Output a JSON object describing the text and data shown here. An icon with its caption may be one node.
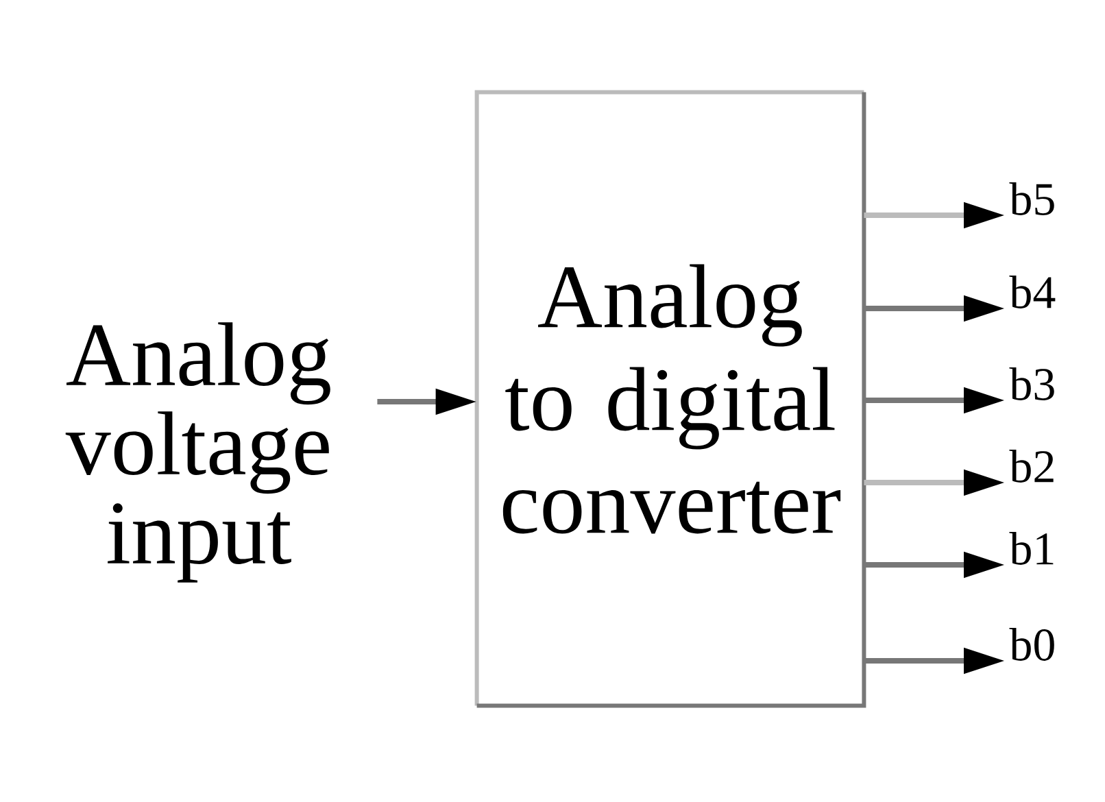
{
  "diagram": {
    "nodes": [
      {
        "text": [
          "Analog voltage input"
        ]
      },
      {
        "text": [
          "Analog to digital converter"
        ]
      },
      {
        "text": [
          "b5"
        ]
      },
      {
        "text": [
          "b4"
        ]
      },
      {
        "text": [
          "b3"
        ]
      },
      {
        "text": [
          "b2"
        ]
      },
      {
        "text": [
          "b1"
        ]
      },
      {
        "text": [
          "b0"
        ]
      }
    ],
    "edges": [
      {
        "from": 0,
        "to": 1,
        "arrow": "to"
      },
      {
        "from": 1,
        "to": 2,
        "arrow": "to",
        "color": "#bbbbbb"
      },
      {
        "from": 1,
        "to": 3,
        "arrow": "to"
      },
      {
        "from": 1,
        "to": 4,
        "arrow": "to"
      },
      {
        "from": 1,
        "to": 5,
        "arrow": "to",
        "color": "#bbbbbb"
      },
      {
        "from": 1,
        "to": 6,
        "arrow": "to"
      },
      {
        "from": 1,
        "to": 7,
        "arrow": "to"
      }
    ]
  }
}
